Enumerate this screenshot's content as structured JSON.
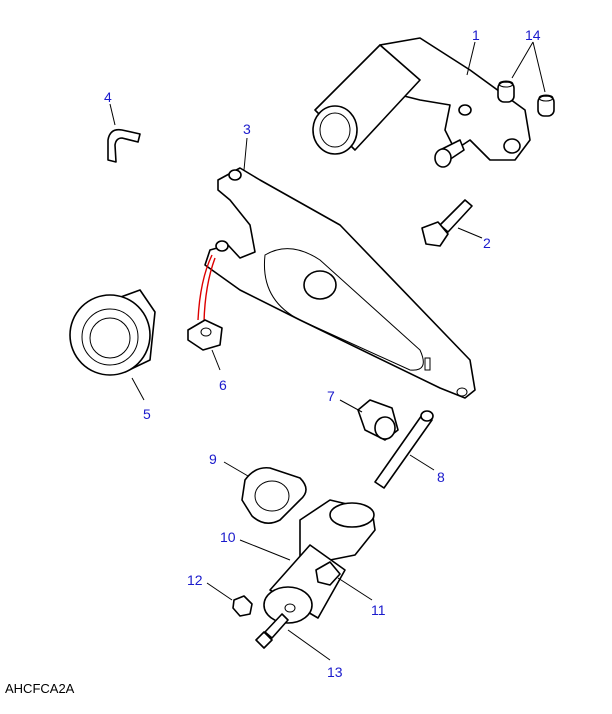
{
  "diagram": {
    "caption": "AHCFCA2A",
    "label_color": "#1a1acc",
    "callouts": [
      {
        "id": "1",
        "part": "clutch-pedal-bracket"
      },
      {
        "id": "14",
        "part": "bushes"
      },
      {
        "id": "4",
        "part": "retaining-clip"
      },
      {
        "id": "3",
        "part": "clutch-release-fork"
      },
      {
        "id": "2",
        "part": "bolt"
      },
      {
        "id": "6",
        "part": "pad"
      },
      {
        "id": "5",
        "part": "release-bearing"
      },
      {
        "id": "7",
        "part": "pivot-bracket"
      },
      {
        "id": "8",
        "part": "pivot-pin"
      },
      {
        "id": "9",
        "part": "gasket"
      },
      {
        "id": "10",
        "part": "slave-cylinder"
      },
      {
        "id": "12",
        "part": "nut"
      },
      {
        "id": "11",
        "part": "bolt"
      },
      {
        "id": "13",
        "part": "bleed-screw"
      }
    ]
  }
}
